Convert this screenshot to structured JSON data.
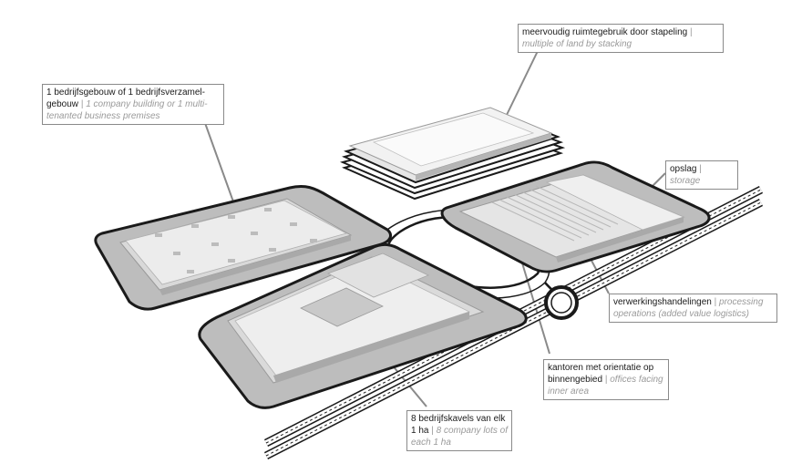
{
  "labels": {
    "stacking": {
      "nl": "meervoudig ruimtegebruik door stapeling",
      "sep": "|",
      "en": "multiple of land by stacking"
    },
    "company_building": {
      "nl": "1 bedrijfsgebouw of 1 bedrijfsverzamel-gebouw",
      "sep": "|",
      "en": "1 company building or 1 multi-tenanted business premises"
    },
    "storage": {
      "nl": "opslag",
      "sep": "|",
      "en": "storage"
    },
    "processing": {
      "nl": "verwerkingshandelingen",
      "sep": "|",
      "en": "processing operations (added value logistics)"
    },
    "offices": {
      "nl": "kantoren met orientatie op binnengebied",
      "sep": "|",
      "en": "offices facing inner area"
    },
    "lots": {
      "nl": "8 bedrijfskavels van elk 1 ha",
      "sep": "|",
      "en": "8 company lots of each 1 ha"
    }
  }
}
